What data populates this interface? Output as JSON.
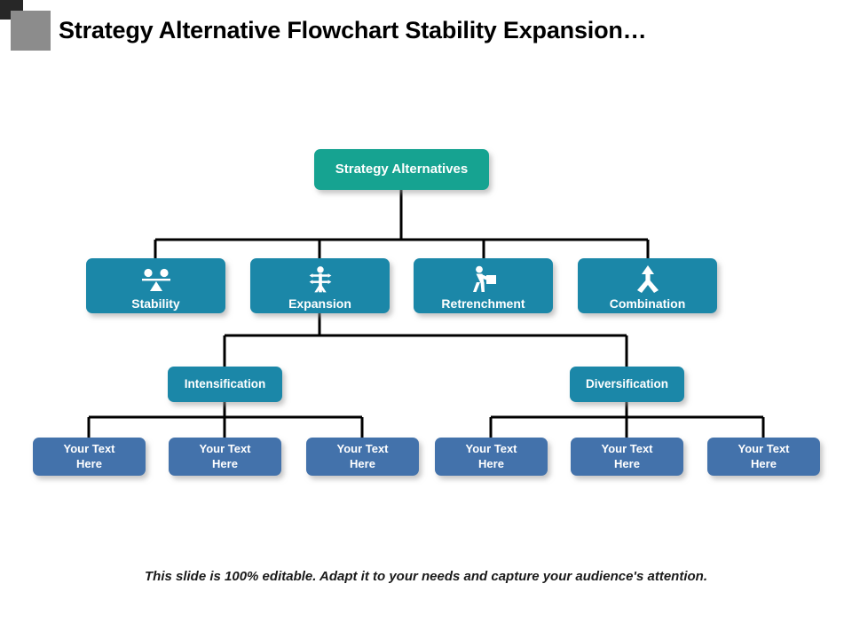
{
  "header": {
    "title": "Strategy Alternative Flowchart Stability Expansion…",
    "badge_icon": "gray-square-placeholder-icon",
    "corner_icon": "dark-corner-marker"
  },
  "colors": {
    "root": "#16a391",
    "level2": "#1b87a8",
    "level3": "#1b87a8",
    "leaf": "#4372ab",
    "connector": "#000000",
    "page_background": "#ffffff",
    "badge": "#8c8c8c",
    "title_text": "#000000"
  },
  "chart_data": {
    "type": "diagram",
    "title": "Strategy Alternatives",
    "orientation": "top-down-tree",
    "levels": 4,
    "nodes": [
      {
        "id": "root",
        "label": "Strategy Alternatives",
        "level": 0,
        "color": "#16a391",
        "icon": null
      },
      {
        "id": "stability",
        "label": "Stability",
        "level": 1,
        "color": "#1b87a8",
        "icon": "balance-scale-icon"
      },
      {
        "id": "expansion",
        "label": "Expansion",
        "level": 1,
        "color": "#1b87a8",
        "icon": "person-expand-arrows-icon"
      },
      {
        "id": "retrenchment",
        "label": "Retrenchment",
        "level": 1,
        "color": "#1b87a8",
        "icon": "person-carrying-box-icon"
      },
      {
        "id": "combination",
        "label": "Combination",
        "level": 1,
        "color": "#1b87a8",
        "icon": "merge-arrow-icon"
      },
      {
        "id": "intensification",
        "label": "Intensification",
        "level": 2,
        "color": "#1b87a8",
        "icon": null
      },
      {
        "id": "diversification",
        "label": "Diversification",
        "level": 2,
        "color": "#1b87a8",
        "icon": null
      },
      {
        "id": "leaf1",
        "label": "Your Text Here",
        "level": 3,
        "color": "#4372ab",
        "icon": null
      },
      {
        "id": "leaf2",
        "label": "Your Text Here",
        "level": 3,
        "color": "#4372ab",
        "icon": null
      },
      {
        "id": "leaf3",
        "label": "Your Text Here",
        "level": 3,
        "color": "#4372ab",
        "icon": null
      },
      {
        "id": "leaf4",
        "label": "Your Text Here",
        "level": 3,
        "color": "#4372ab",
        "icon": null
      },
      {
        "id": "leaf5",
        "label": "Your Text Here",
        "level": 3,
        "color": "#4372ab",
        "icon": null
      },
      {
        "id": "leaf6",
        "label": "Your Text Here",
        "level": 3,
        "color": "#4372ab",
        "icon": null
      }
    ],
    "edges": [
      {
        "from": "root",
        "to": "stability"
      },
      {
        "from": "root",
        "to": "expansion"
      },
      {
        "from": "root",
        "to": "retrenchment"
      },
      {
        "from": "root",
        "to": "combination"
      },
      {
        "from": "expansion",
        "to": "intensification"
      },
      {
        "from": "expansion",
        "to": "diversification"
      },
      {
        "from": "intensification",
        "to": "leaf1"
      },
      {
        "from": "intensification",
        "to": "leaf2"
      },
      {
        "from": "intensification",
        "to": "leaf3"
      },
      {
        "from": "diversification",
        "to": "leaf4"
      },
      {
        "from": "diversification",
        "to": "leaf5"
      },
      {
        "from": "diversification",
        "to": "leaf6"
      }
    ]
  },
  "tree": {
    "root": {
      "label": "Strategy Alternatives"
    },
    "level2": [
      {
        "label": "Stability",
        "icon": "balance-scale-icon"
      },
      {
        "label": "Expansion",
        "icon": "person-expand-arrows-icon"
      },
      {
        "label": "Retrenchment",
        "icon": "person-carrying-box-icon"
      },
      {
        "label": "Combination",
        "icon": "merge-arrow-icon"
      }
    ],
    "level3": [
      {
        "label": "Intensification"
      },
      {
        "label": "Diversification"
      }
    ],
    "leaves": [
      {
        "line1": "Your Text",
        "line2": "Here"
      },
      {
        "line1": "Your Text",
        "line2": "Here"
      },
      {
        "line1": "Your Text",
        "line2": "Here"
      },
      {
        "line1": "Your Text",
        "line2": "Here"
      },
      {
        "line1": "Your Text",
        "line2": "Here"
      },
      {
        "line1": "Your Text",
        "line2": "Here"
      }
    ]
  },
  "footer": {
    "note": "This slide is 100% editable. Adapt it to your needs and capture your audience's attention."
  }
}
